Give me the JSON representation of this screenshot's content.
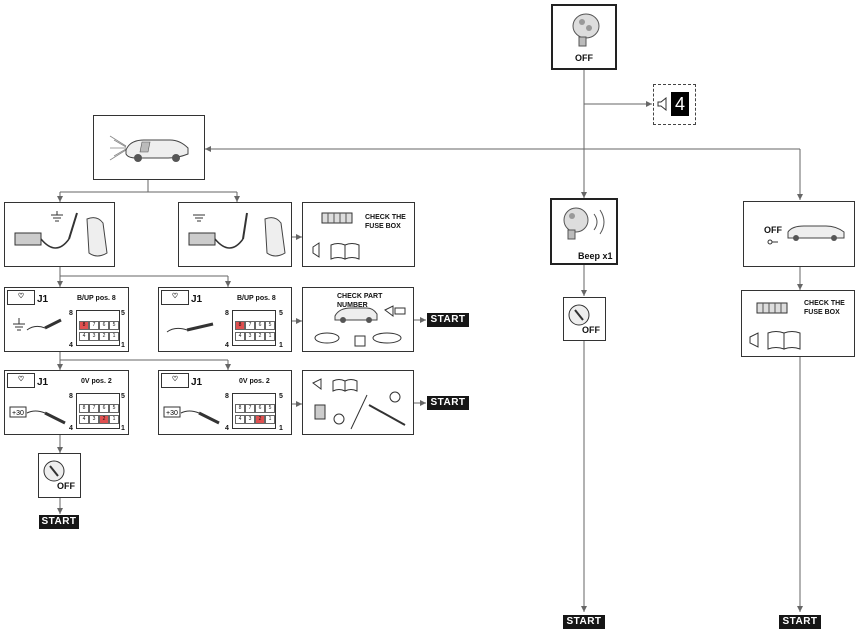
{
  "remote_box": {
    "label": "OFF",
    "icon": "key-fob-icon"
  },
  "beep_box": {
    "label": "Beep x1",
    "icon": "key-fob-signal-icon"
  },
  "step_badge": {
    "value": "4",
    "icon": "speaker-icon"
  },
  "vehicle_box": {
    "icon": "car-lights-icon"
  },
  "fuse_box_labels": {
    "top": "CHECK THE\nFUSE BOX",
    "right": "CHECK THE\nFUSE BOX"
  },
  "check_part": {
    "label": "CHECK PART NUMBER"
  },
  "off_car_box": {
    "label": "OFF"
  },
  "connector_blocks": [
    {
      "j": "J1",
      "title": "B/UP pos. 8",
      "left": "8",
      "right": "5",
      "bl": "4",
      "br": "1",
      "highlight": "8"
    },
    {
      "j": "J1",
      "title": "B/UP pos. 8",
      "left": "8",
      "right": "5",
      "bl": "4",
      "br": "1",
      "highlight": "8"
    },
    {
      "j": "J1",
      "title": "0V pos. 2",
      "left": "8",
      "right": "5",
      "bl": "4",
      "br": "1",
      "highlight": "2"
    },
    {
      "j": "J1",
      "title": "0V pos. 2",
      "left": "8",
      "right": "5",
      "bl": "4",
      "br": "1",
      "highlight": "2"
    }
  ],
  "pins_top": [
    "8",
    "7",
    "6",
    "5"
  ],
  "pins_bottom": [
    "4",
    "3",
    "2",
    "1"
  ],
  "ignition_off": {
    "label": "OFF"
  },
  "start_label": "START",
  "icons": {
    "probe": "test-probe-icon",
    "ground": "ground-icon",
    "book": "manual-book-icon",
    "fuse": "fuse-icon",
    "ignition": "ignition-key-icon"
  },
  "colors": {
    "highlight": "#e05050",
    "line": "#555555",
    "start_bg": "#161616"
  }
}
